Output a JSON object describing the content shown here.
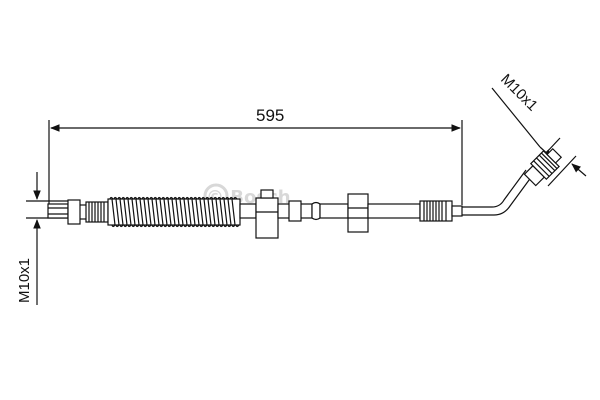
{
  "dimensions": {
    "length_label": "595",
    "left_thread_label": "M10x1",
    "right_thread_label": "M10x1"
  },
  "watermark": {
    "text": "© Bosch"
  },
  "colors": {
    "line": "#111111",
    "watermark": "#d4d4d4",
    "background": "#ffffff"
  }
}
